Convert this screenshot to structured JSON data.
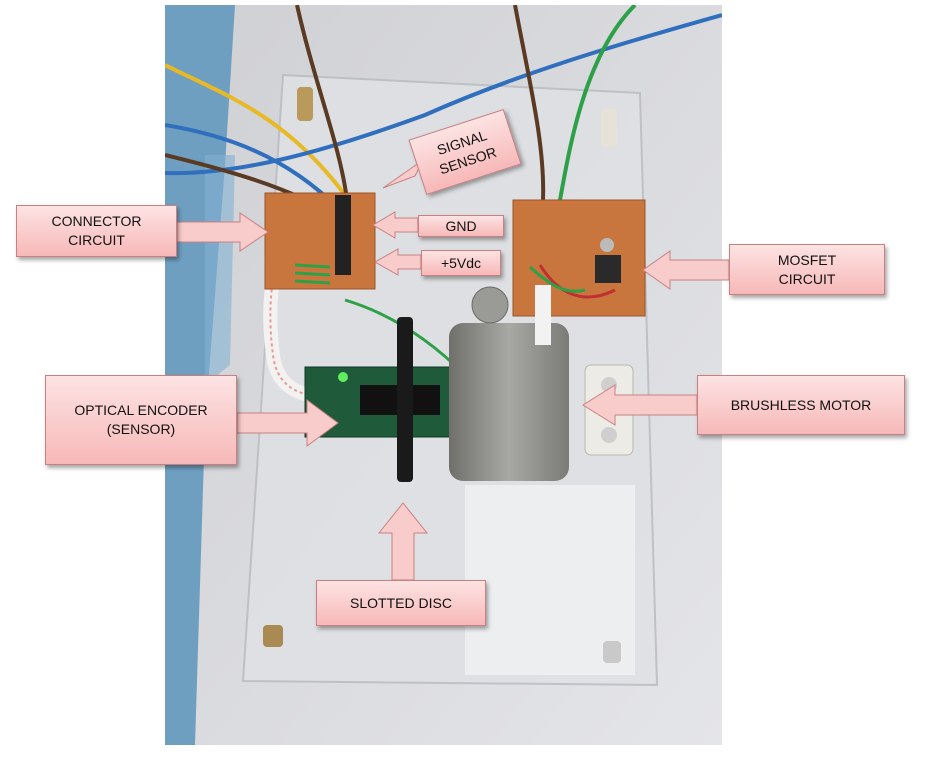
{
  "labels": {
    "connector": {
      "line1": "CONNECTOR",
      "line2": "CIRCUIT"
    },
    "signal": {
      "line1": "SIGNAL",
      "line2": "SENSOR"
    },
    "gnd": "GND",
    "vdc": "+5Vdc",
    "mosfet": {
      "line1": "MOSFET",
      "line2": "CIRCUIT"
    },
    "encoder": {
      "line1": "OPTICAL ENCODER",
      "line2": "(SENSOR)"
    },
    "motor": "BRUSHLESS MOTOR",
    "disc": "SLOTTED DISC"
  },
  "colors": {
    "label_fill": "#f7b8b8",
    "label_border": "#c98080",
    "table": "#d4d5d8",
    "blue_panel": "#6f9fc0",
    "perfboard": "#c8763e",
    "pcb_green": "#1f5a3a",
    "motor_metal": "#8f8f8c",
    "wire_brown": "#5b3a24",
    "wire_blue": "#2f6fbd",
    "wire_yellow": "#e7b924",
    "wire_green": "#2da048"
  }
}
